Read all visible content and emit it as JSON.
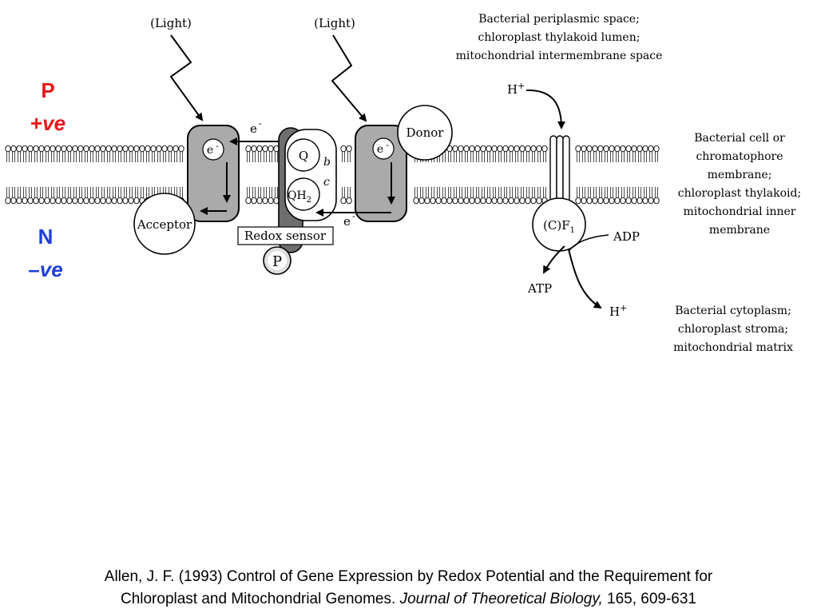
{
  "colors": {
    "positive_side": "#e8161b",
    "negative_side": "#1f3fd6",
    "protein_fill": "#aaaaaa",
    "sensor_fill": "#6e6e6e"
  },
  "membrane_sides": {
    "p_letter": "P",
    "p_sign": "+",
    "p_ve": "ve",
    "n_letter": "N",
    "n_sign": "–",
    "n_ve": "ve"
  },
  "diagram": {
    "light_left": "(Light)",
    "light_right": "(Light)",
    "electron_small": "e",
    "electron_minus": "-",
    "acceptor": "Acceptor",
    "donor": "Donor",
    "q": "Q",
    "qh": "QH",
    "qh_sub": "2",
    "cyt_b": "b",
    "cyt_c": "c",
    "redox_sensor": "Redox sensor",
    "phosphate": "P",
    "h_plus_top": "H",
    "h_plus_bottom": "H",
    "plus": "+",
    "atp_synthase": "(C)F",
    "atp_synthase_sub": "1",
    "adp": "ADP",
    "atp": "ATP"
  },
  "labels": {
    "top_right": [
      "Bacterial periplasmic space;",
      "chloroplast thylakoid lumen;",
      "mitochondrial intermembrane space"
    ],
    "middle_right": [
      "Bacterial cell or",
      "chromatophore",
      "membrane;",
      "chloroplast thylakoid;",
      "mitochondrial inner",
      "membrane"
    ],
    "bottom_right": [
      "Bacterial cytoplasm;",
      "chloroplast stroma;",
      "mitochondrial matrix"
    ]
  },
  "citation": {
    "line1": "Allen, J. F. (1993) Control of Gene Expression by Redox Potential and the Requirement for",
    "line2_start": "Chloroplast and Mitochondrial Genomes.",
    "journal": "Journal of Theoretical Biology,",
    "line2_end": "165, 609-631"
  }
}
